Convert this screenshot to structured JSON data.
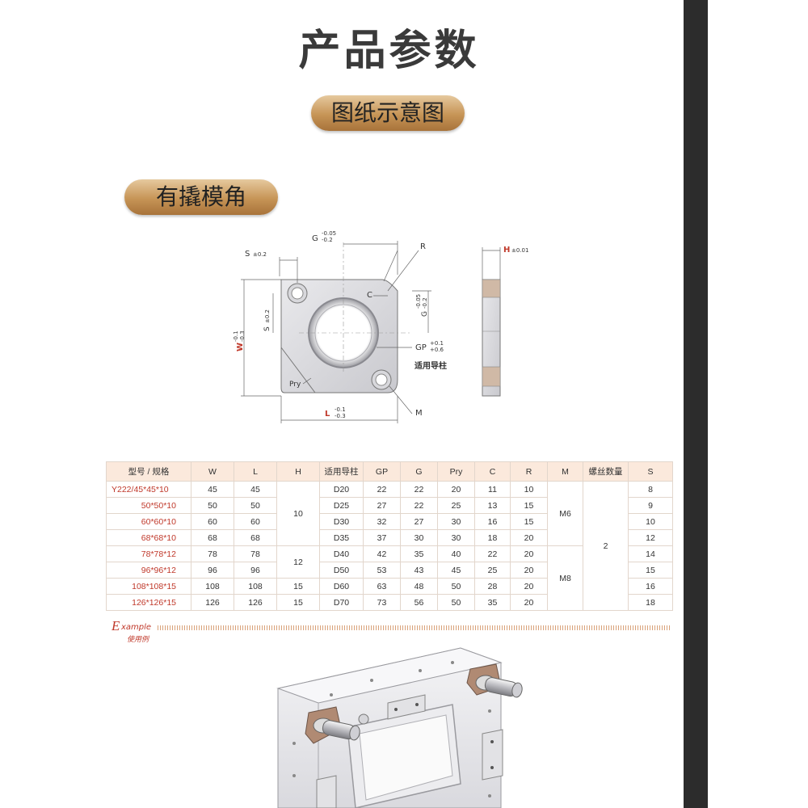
{
  "header": {
    "title": "产品参数"
  },
  "sections": {
    "drawing_pill": "图纸示意图",
    "variant_pill": "有撬模角"
  },
  "drawing_labels": {
    "g_top": "G",
    "g_top_tol_upper": "-0.05",
    "g_top_tol_lower": "-0.2",
    "s_top": "S",
    "s_top_tol": "±0.2",
    "r": "R",
    "c": "C",
    "s_side": "S",
    "s_side_tol": "±0.2",
    "w": "W",
    "w_tol_upper": "-0.1",
    "w_tol_lower": "-0.3",
    "g_right": "G",
    "g_right_tol_upper": "-0.05",
    "g_right_tol_lower": "-0.2",
    "gp": "GP",
    "gp_tol_upper": "+0.1",
    "gp_tol_lower": "+0.6",
    "guide_pillar": "适用导柱",
    "pry": "Pry",
    "l": "L",
    "l_tol_upper": "-0.1",
    "l_tol_lower": "-0.3",
    "m": "M",
    "h": "H",
    "h_tol": "±0.01"
  },
  "table": {
    "headers": [
      "型号 / 规格",
      "W",
      "L",
      "H",
      "适用导柱",
      "GP",
      "G",
      "Pry",
      "C",
      "R",
      "M",
      "螺丝数量",
      "S"
    ],
    "rows": [
      {
        "model": "Y222/45*45*10",
        "W": "45",
        "L": "45",
        "pillar": "D20",
        "GP": "22",
        "G": "22",
        "Pry": "20",
        "C": "11",
        "R": "10",
        "S": "8"
      },
      {
        "model": "50*50*10",
        "W": "50",
        "L": "50",
        "pillar": "D25",
        "GP": "27",
        "G": "22",
        "Pry": "25",
        "C": "13",
        "R": "15",
        "S": "9"
      },
      {
        "model": "60*60*10",
        "W": "60",
        "L": "60",
        "pillar": "D30",
        "GP": "32",
        "G": "27",
        "Pry": "30",
        "C": "16",
        "R": "15",
        "S": "10"
      },
      {
        "model": "68*68*10",
        "W": "68",
        "L": "68",
        "pillar": "D35",
        "GP": "37",
        "G": "30",
        "Pry": "30",
        "C": "18",
        "R": "20",
        "S": "12"
      },
      {
        "model": "78*78*12",
        "W": "78",
        "L": "78",
        "pillar": "D40",
        "GP": "42",
        "G": "35",
        "Pry": "40",
        "C": "22",
        "R": "20",
        "S": "14"
      },
      {
        "model": "96*96*12",
        "W": "96",
        "L": "96",
        "pillar": "D50",
        "GP": "53",
        "G": "43",
        "Pry": "45",
        "C": "25",
        "R": "20",
        "S": "15"
      },
      {
        "model": "108*108*15",
        "W": "108",
        "L": "108",
        "pillar": "D60",
        "GP": "63",
        "G": "48",
        "Pry": "50",
        "C": "28",
        "R": "20",
        "S": "16"
      },
      {
        "model": "126*126*15",
        "W": "126",
        "L": "126",
        "pillar": "D70",
        "GP": "73",
        "G": "56",
        "Pry": "50",
        "C": "35",
        "R": "20",
        "S": "18"
      }
    ],
    "merged": {
      "h_10": "10",
      "h_12": "12",
      "h_15a": "15",
      "h_15b": "15",
      "m_6": "M6",
      "m_8": "M8",
      "screws": "2"
    }
  },
  "example": {
    "letter": "E",
    "word": "xample",
    "sub": "使用例"
  },
  "colors": {
    "accent_red": "#c0392b",
    "pill_gold": "#c69456",
    "header_bg": "#fbe9dc"
  }
}
